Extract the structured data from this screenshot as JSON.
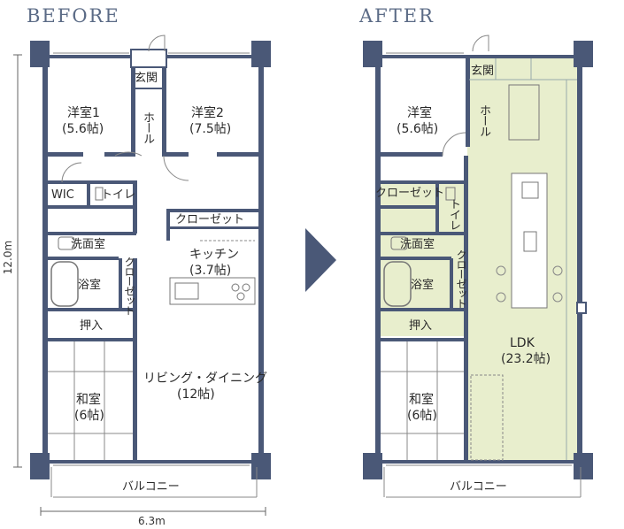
{
  "headings": {
    "before": "BEFORE",
    "after": "AFTER"
  },
  "before": {
    "genkan": "玄関",
    "hall": "ホール",
    "room1": {
      "name": "洋室1",
      "size": "(5.6帖)"
    },
    "room2": {
      "name": "洋室2",
      "size": "(7.5帖)"
    },
    "wic": "WIC",
    "toilet": "トイレ",
    "closet_top": "クローゼット",
    "washroom": "洗面室",
    "kitchen": {
      "name": "キッチン",
      "size": "(3.7帖)"
    },
    "bath": "浴室",
    "closet_vert": "クローゼット",
    "oshiire": "押入",
    "living": {
      "name": "リビング・ダイニング",
      "size": "(12帖)"
    },
    "washitsu": {
      "name": "和室",
      "size": "(6帖)"
    },
    "balcony": "バルコニー",
    "dim_height": "12.0m",
    "dim_width": "6.3m"
  },
  "after": {
    "genkan": "玄関",
    "hall": "ホール",
    "room": {
      "name": "洋室",
      "size": "(5.6帖)"
    },
    "closet": "クローゼット",
    "toilet": "トイレ",
    "washroom": "洗面室",
    "closet_vert": "クローゼット",
    "bath": "浴室",
    "oshiire": "押入",
    "ldk": {
      "name": "LDK",
      "size": "(23.2帖)"
    },
    "washitsu": {
      "name": "和室",
      "size": "(6帖)"
    },
    "balcony": "バルコニー"
  },
  "colors": {
    "wall": "#4a5877",
    "heading": "#5b6b86",
    "highlight": "#e8eecd",
    "arrow": "#4a5877"
  }
}
